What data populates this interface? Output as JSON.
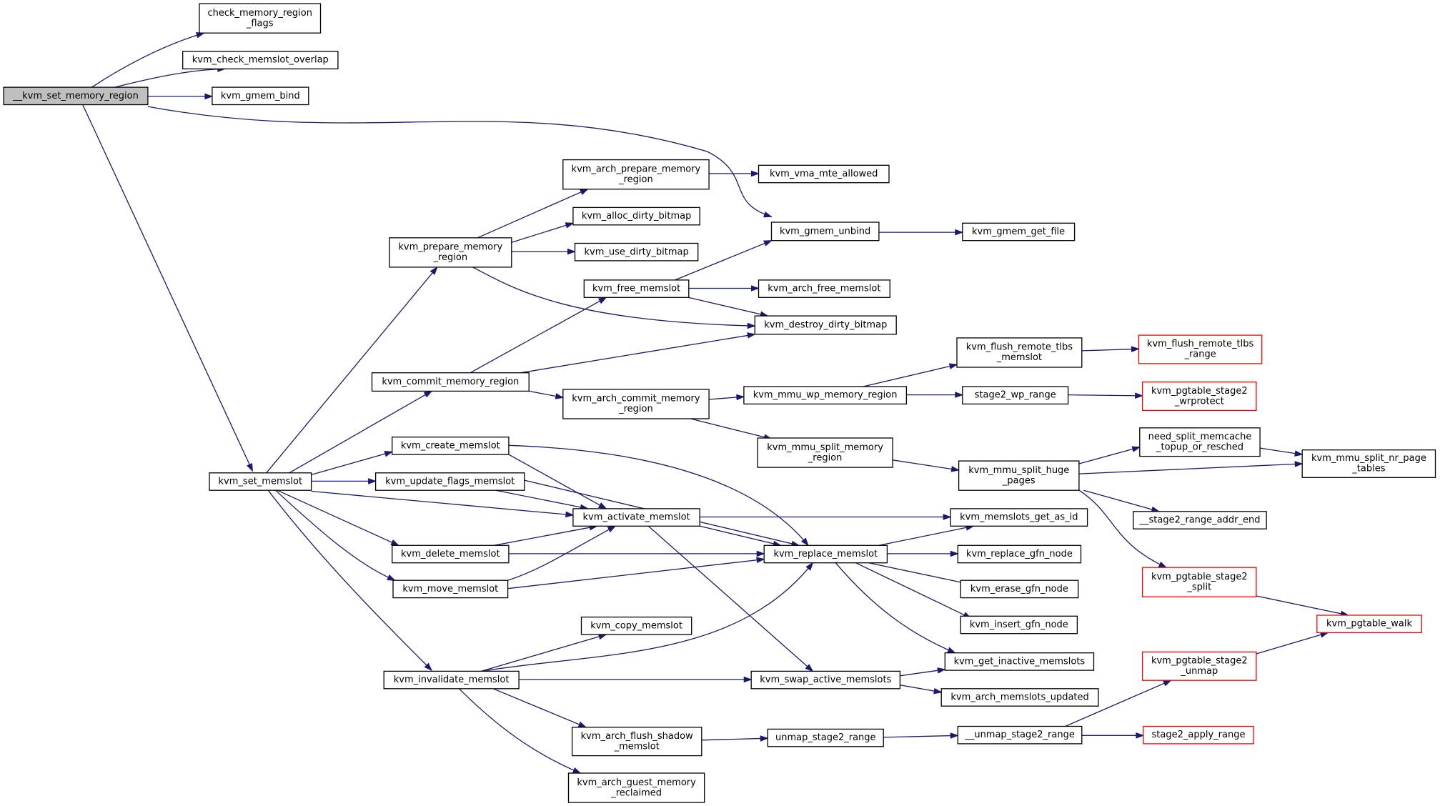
{
  "colors": {
    "edge": "#191970",
    "node_border": "#000000",
    "truncated_node_border": "#ff0000",
    "root_fill": "#bfbfbf"
  },
  "nodes": {
    "n0": {
      "lines": [
        "__kvm_set_memory_region"
      ],
      "kind": "root"
    },
    "n1": {
      "lines": [
        "check_memory_region",
        "_flags"
      ]
    },
    "n2": {
      "lines": [
        "kvm_check_memslot_overlap"
      ]
    },
    "n3": {
      "lines": [
        "kvm_gmem_bind"
      ]
    },
    "n4": {
      "lines": [
        "kvm_gmem_unbind"
      ]
    },
    "n5": {
      "lines": [
        "kvm_set_memslot"
      ]
    },
    "n6": {
      "lines": [
        "kvm_arch_prepare_memory",
        "_region"
      ]
    },
    "n7": {
      "lines": [
        "kvm_vma_mte_allowed"
      ]
    },
    "n8": {
      "lines": [
        "kvm_alloc_dirty_bitmap"
      ]
    },
    "n9": {
      "lines": [
        "kvm_prepare_memory",
        "_region"
      ]
    },
    "n10": {
      "lines": [
        "kvm_use_dirty_bitmap"
      ]
    },
    "n11": {
      "lines": [
        "kvm_gmem_get_file"
      ]
    },
    "n12": {
      "lines": [
        "kvm_free_memslot"
      ]
    },
    "n13": {
      "lines": [
        "kvm_arch_free_memslot"
      ]
    },
    "n14": {
      "lines": [
        "kvm_destroy_dirty_bitmap"
      ]
    },
    "n15": {
      "lines": [
        "kvm_flush_remote_tlbs",
        "_memslot"
      ]
    },
    "n16": {
      "lines": [
        "kvm_flush_remote_tlbs",
        "_range"
      ],
      "kind": "red"
    },
    "n17": {
      "lines": [
        "kvm_commit_memory_region"
      ]
    },
    "n18": {
      "lines": [
        "kvm_arch_commit_memory",
        "_region"
      ]
    },
    "n19": {
      "lines": [
        "kvm_mmu_wp_memory_region"
      ]
    },
    "n20": {
      "lines": [
        "stage2_wp_range"
      ]
    },
    "n21": {
      "lines": [
        "kvm_pgtable_stage2",
        "_wrprotect"
      ],
      "kind": "red"
    },
    "n22": {
      "lines": [
        "need_split_memcache",
        "_topup_or_resched"
      ]
    },
    "n23": {
      "lines": [
        "kvm_mmu_split_memory",
        "_region"
      ]
    },
    "n24": {
      "lines": [
        "kvm_mmu_split_huge",
        "_pages"
      ]
    },
    "n25": {
      "lines": [
        "kvm_mmu_split_nr_page",
        "_tables"
      ]
    },
    "n26": {
      "lines": [
        "kvm_create_memslot"
      ]
    },
    "n27": {
      "lines": [
        "kvm_update_flags_memslot"
      ]
    },
    "n28": {
      "lines": [
        "kvm_activate_memslot"
      ]
    },
    "n29": {
      "lines": [
        "kvm_memslots_get_as_id"
      ]
    },
    "n30": {
      "lines": [
        "__stage2_range_addr_end"
      ]
    },
    "n31": {
      "lines": [
        "kvm_delete_memslot"
      ]
    },
    "n32": {
      "lines": [
        "kvm_replace_memslot"
      ]
    },
    "n33": {
      "lines": [
        "kvm_replace_gfn_node"
      ]
    },
    "n34": {
      "lines": [
        "kvm_pgtable_stage2",
        "_split"
      ],
      "kind": "red"
    },
    "n35": {
      "lines": [
        "kvm_move_memslot"
      ]
    },
    "n36": {
      "lines": [
        "kvm_erase_gfn_node"
      ]
    },
    "n37": {
      "lines": [
        "kvm_insert_gfn_node"
      ]
    },
    "n38": {
      "lines": [
        "kvm_pgtable_walk"
      ],
      "kind": "red"
    },
    "n39": {
      "lines": [
        "kvm_copy_memslot"
      ]
    },
    "n40": {
      "lines": [
        "kvm_get_inactive_memslots"
      ]
    },
    "n41": {
      "lines": [
        "kvm_pgtable_stage2",
        "_unmap"
      ],
      "kind": "red"
    },
    "n42": {
      "lines": [
        "kvm_invalidate_memslot"
      ]
    },
    "n43": {
      "lines": [
        "kvm_swap_active_memslots"
      ]
    },
    "n44": {
      "lines": [
        "kvm_arch_memslots_updated"
      ]
    },
    "n45": {
      "lines": [
        "kvm_arch_flush_shadow",
        "_memslot"
      ]
    },
    "n46": {
      "lines": [
        "unmap_stage2_range"
      ]
    },
    "n47": {
      "lines": [
        "__unmap_stage2_range"
      ]
    },
    "n48": {
      "lines": [
        "stage2_apply_range"
      ],
      "kind": "red"
    },
    "n49": {
      "lines": [
        "kvm_arch_guest_memory",
        "_reclaimed"
      ]
    }
  },
  "edges": [
    [
      "n0",
      "n1"
    ],
    [
      "n0",
      "n2"
    ],
    [
      "n0",
      "n3"
    ],
    [
      "n0",
      "n4"
    ],
    [
      "n0",
      "n5"
    ],
    [
      "n5",
      "n9"
    ],
    [
      "n5",
      "n17"
    ],
    [
      "n5",
      "n26"
    ],
    [
      "n5",
      "n27"
    ],
    [
      "n5",
      "n28"
    ],
    [
      "n5",
      "n31"
    ],
    [
      "n5",
      "n35"
    ],
    [
      "n5",
      "n42"
    ],
    [
      "n9",
      "n6"
    ],
    [
      "n9",
      "n8"
    ],
    [
      "n9",
      "n10"
    ],
    [
      "n9",
      "n14"
    ],
    [
      "n6",
      "n7"
    ],
    [
      "n4",
      "n11"
    ],
    [
      "n12",
      "n4"
    ],
    [
      "n12",
      "n13"
    ],
    [
      "n12",
      "n14"
    ],
    [
      "n17",
      "n12"
    ],
    [
      "n17",
      "n14"
    ],
    [
      "n17",
      "n18"
    ],
    [
      "n18",
      "n19"
    ],
    [
      "n18",
      "n23"
    ],
    [
      "n19",
      "n15"
    ],
    [
      "n19",
      "n20"
    ],
    [
      "n15",
      "n16"
    ],
    [
      "n20",
      "n21"
    ],
    [
      "n23",
      "n24"
    ],
    [
      "n24",
      "n22"
    ],
    [
      "n24",
      "n25"
    ],
    [
      "n24",
      "n30"
    ],
    [
      "n24",
      "n34"
    ],
    [
      "n22",
      "n25"
    ],
    [
      "n34",
      "n38"
    ],
    [
      "n26",
      "n28"
    ],
    [
      "n26",
      "n32"
    ],
    [
      "n27",
      "n28"
    ],
    [
      "n27",
      "n32"
    ],
    [
      "n28",
      "n29"
    ],
    [
      "n28",
      "n32"
    ],
    [
      "n28",
      "n43"
    ],
    [
      "n31",
      "n28"
    ],
    [
      "n31",
      "n32"
    ],
    [
      "n35",
      "n28"
    ],
    [
      "n35",
      "n32"
    ],
    [
      "n32",
      "n29"
    ],
    [
      "n32",
      "n33"
    ],
    [
      "n32",
      "n36"
    ],
    [
      "n32",
      "n37"
    ],
    [
      "n32",
      "n40"
    ],
    [
      "n42",
      "n32"
    ],
    [
      "n42",
      "n39"
    ],
    [
      "n42",
      "n43"
    ],
    [
      "n42",
      "n45"
    ],
    [
      "n42",
      "n49"
    ],
    [
      "n43",
      "n40"
    ],
    [
      "n43",
      "n44"
    ],
    [
      "n45",
      "n46"
    ],
    [
      "n46",
      "n47"
    ],
    [
      "n47",
      "n41"
    ],
    [
      "n47",
      "n48"
    ],
    [
      "n41",
      "n38"
    ]
  ]
}
